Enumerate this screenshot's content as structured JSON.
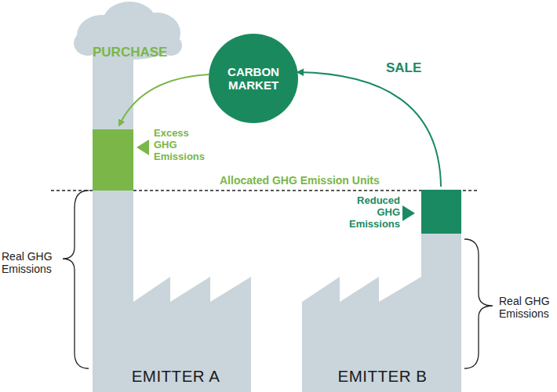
{
  "diagram": {
    "nodes": [
      {
        "text": [
          "CARBON MARKET"
        ]
      },
      {
        "text": [
          "EMITTER A"
        ]
      },
      {
        "text": [
          "EMITTER B"
        ]
      }
    ],
    "edges": [
      {
        "from": 0,
        "to": 1,
        "arrow": "to",
        "label": "PURCHASE"
      },
      {
        "from": 2,
        "to": 0,
        "arrow": "to",
        "label": "SALE"
      }
    ],
    "labels": [
      "Excess GHG Emissions",
      "Allocated GHG Emission Units",
      "Reduced GHG Emissions",
      "Real GHG Emissions",
      "Real GHG Emissions"
    ]
  }
}
